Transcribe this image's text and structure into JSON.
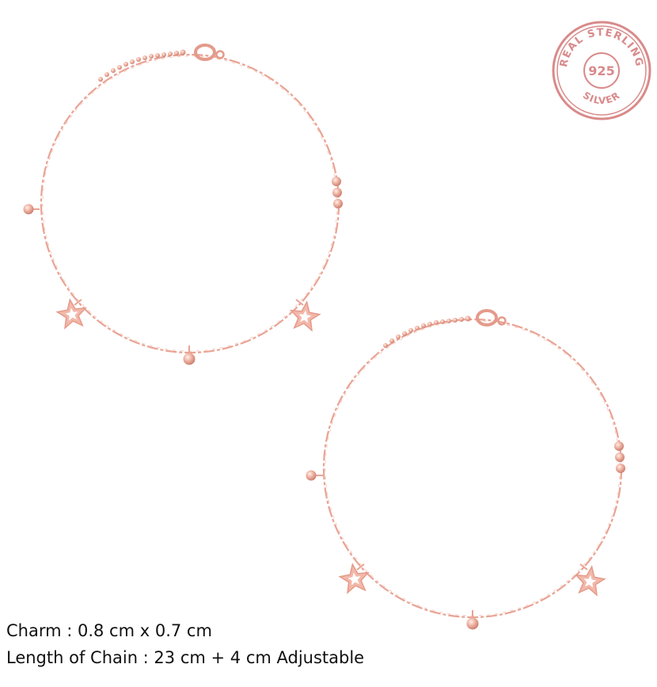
{
  "stamp": {
    "top_text": "REAL STERLING",
    "center_text": "925",
    "bottom_text": "SILVER",
    "color": "#d98a8a"
  },
  "metal_color": "#e9a394",
  "specs": {
    "charm": "Charm : 0.8 cm x 0.7 cm",
    "length": "Length of Chain : 23 cm + 4 cm Adjustable"
  }
}
